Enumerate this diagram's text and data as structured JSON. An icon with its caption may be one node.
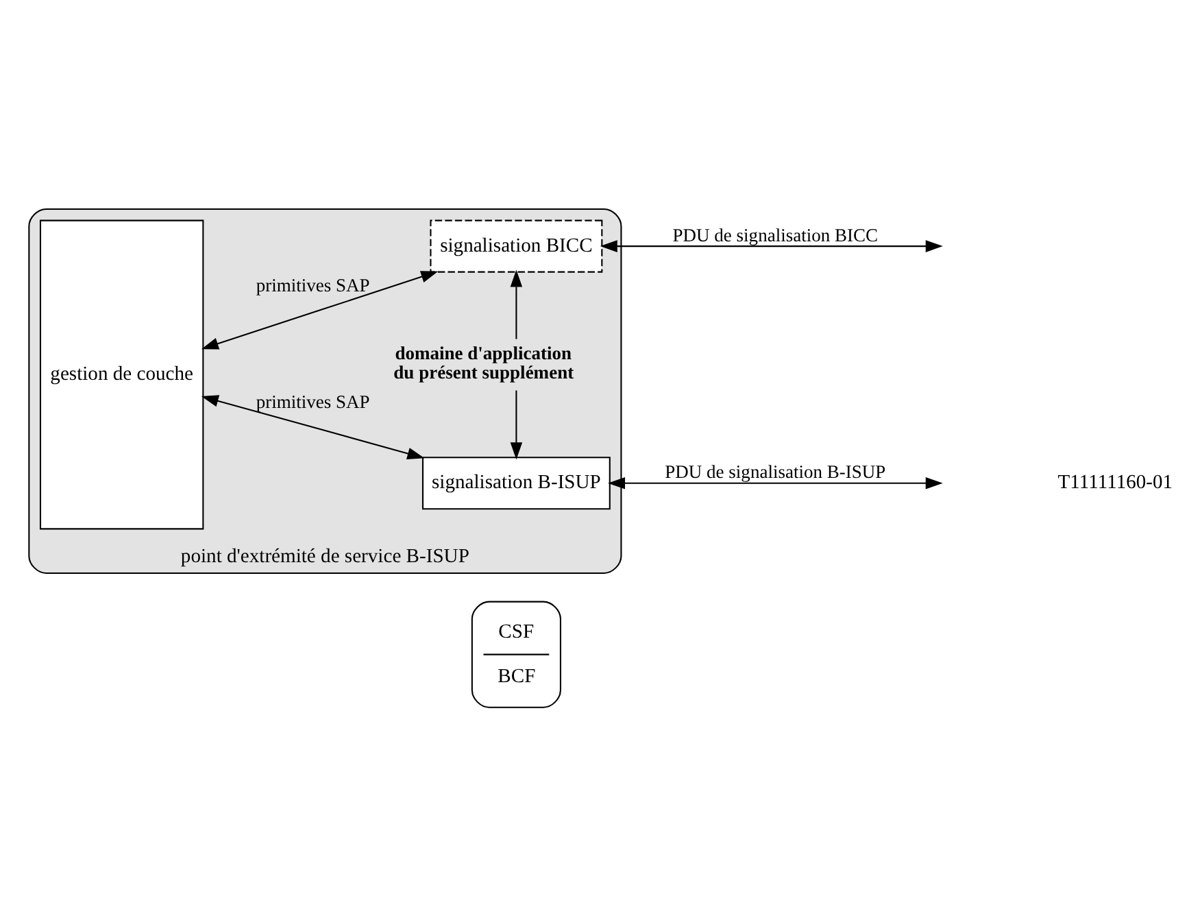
{
  "diagram": {
    "nodes": [
      {
        "text": [
          "point d'extrémité de service B-ISUP"
        ]
      },
      {
        "text": [
          "gestion de couche"
        ],
        "in": 0
      },
      {
        "text": [
          "signalisation BICC"
        ],
        "in": 0
      },
      {
        "text": [
          "signalisation B-ISUP"
        ],
        "in": 0
      },
      {
        "text": [
          "CSF",
          "BCF"
        ]
      }
    ],
    "edges": [
      {
        "from": 1,
        "to": 2,
        "arrow": "both",
        "label": "primitives SAP"
      },
      {
        "from": 2,
        "to": null,
        "arrow": "both",
        "label": "PDU de signalisation BICC"
      },
      {
        "from": 2,
        "to": 3,
        "arrow": "both",
        "label": "domaine d'application du présent supplément"
      },
      {
        "from": 1,
        "to": 3,
        "arrow": "both",
        "label": "primitives SAP"
      },
      {
        "from": 3,
        "to": null,
        "arrow": "both",
        "label": "PDU de signalisation B-ISUP"
      }
    ],
    "labels": [
      "T11111160-01"
    ]
  }
}
